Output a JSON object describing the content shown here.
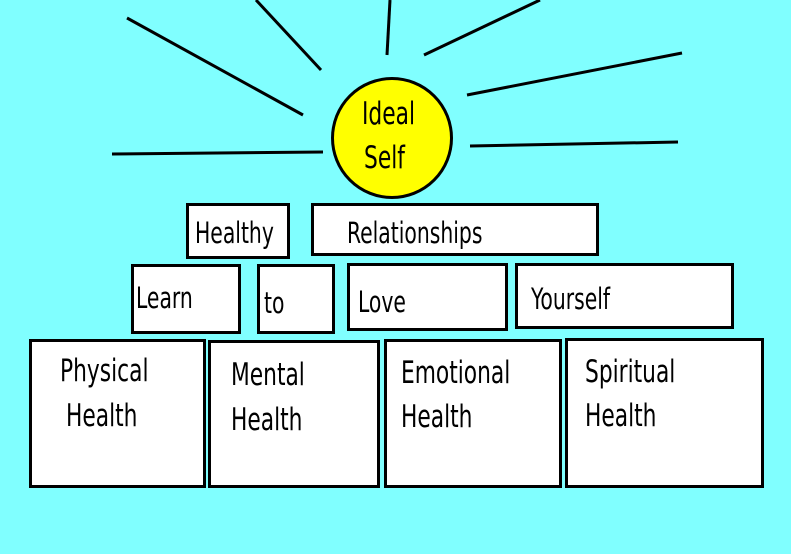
{
  "colors": {
    "background": "#80ffff",
    "sun": "#ffff00",
    "box": "#ffffff",
    "ink": "#000000"
  },
  "sun": {
    "line1": "Ideal",
    "line2": "Self"
  },
  "row_relationships": {
    "word1": "Healthy",
    "word2": "Relationships"
  },
  "row_love": {
    "word1": "Learn",
    "word2": "to",
    "word3": "Love",
    "word4": "Yourself"
  },
  "foundation": [
    {
      "line1": "Physical",
      "line2": "Health"
    },
    {
      "line1": "Mental",
      "line2": "Health"
    },
    {
      "line1": "Emotional",
      "line2": "Health"
    },
    {
      "line1": "Spiritual",
      "line2": "Health"
    }
  ]
}
